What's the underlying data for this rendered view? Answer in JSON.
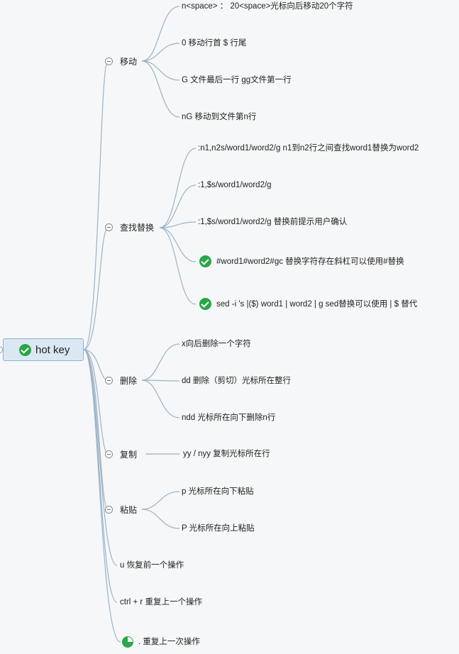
{
  "root": {
    "label": "hot key",
    "icon": "check-circle-icon"
  },
  "branches": [
    {
      "label": "移动",
      "children": [
        "n<space> ：  20<space>光标向后移动20个字符",
        "0 移动行首  $ 行尾",
        "G 文件最后一行 gg文件第一行",
        "nG 移动到文件第n行"
      ]
    },
    {
      "label": "查找替换",
      "children": [
        ":n1,n2s/word1/word2/g n1到n2行之间查找word1替换为word2",
        ":1,$s/word1/word2/g",
        ":1,$s/word1/word2/g 替换前提示用户确认",
        "#word1#word2#gc   替换字符存在斜杠可以使用#替换",
        "sed  -i 's |($) word1 | word2 | g  sed替换可以使用  |  $ 替代"
      ]
    },
    {
      "label": "删除",
      "children": [
        "x向后删除一个字符",
        "dd 删除（剪切）光标所在整行",
        "ndd 光标所在向下删除n行"
      ]
    },
    {
      "label": "复制",
      "children": [
        "yy  / nyy 复制光标所在行"
      ]
    },
    {
      "label": "粘贴",
      "children": [
        "p 光标所在向下粘贴",
        "P 光标所在向上粘贴"
      ]
    }
  ],
  "leaves": [
    "u 恢复前一个操作",
    "ctrl + r 重复上一个操作",
    ".  重复上一次操作"
  ],
  "colors": {
    "line": "#9ab3c7",
    "check": "#28a745",
    "root_bg": "#dbe8f3"
  }
}
